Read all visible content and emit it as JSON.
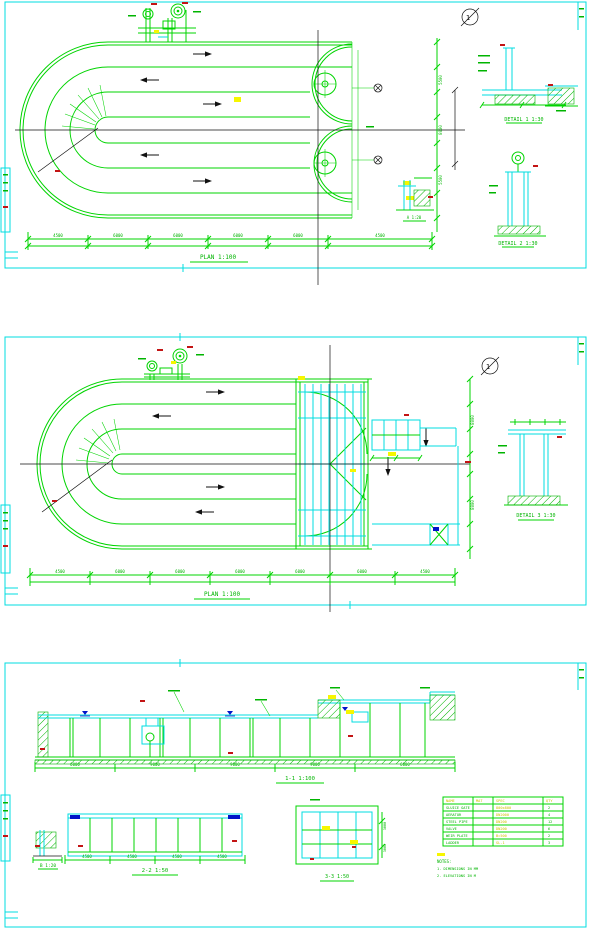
{
  "palette": {
    "green": "#00d400",
    "cyan": "#00dde0",
    "yellow": "#f6f600",
    "red": "#c31414",
    "blue": "#0014c8",
    "black": "#111111",
    "background": "#ffffff"
  },
  "sheet1": {
    "marker": "1",
    "title": "PLAN  1:100",
    "weir_label": "A  1:20",
    "detail1_title": "DETAIL 1  1:30",
    "detail2_title": "DETAIL 2  1:30",
    "dims": [
      "4500",
      "6000",
      "6000",
      "6000",
      "6000",
      "4500"
    ],
    "vdims": [
      "5500",
      "8000",
      "5500"
    ]
  },
  "sheet2": {
    "marker": "1",
    "title": "PLAN  1:100",
    "detail_title": "DETAIL 3  1:30",
    "dims": [
      "4500",
      "6000",
      "6000",
      "6000",
      "6000",
      "6000",
      "4500"
    ],
    "vdims": [
      "8000",
      "8000"
    ]
  },
  "sheet3": {
    "section1_title": "1-1  1:100",
    "section2_title": "2-2  1:50",
    "detail_title": "B  1:20",
    "plan_title": "3-3  1:50",
    "sec1_dims": [
      "6000",
      "9000",
      "9000",
      "9000",
      "6000"
    ],
    "sec2_dims": [
      "4500",
      "4500",
      "4500",
      "4500"
    ],
    "plan_dims": [
      "3000",
      "3000"
    ],
    "table": {
      "headers": [
        "NAME",
        "MAT",
        "SPEC",
        "QTY"
      ],
      "rows": [
        {
          "a": "SLUICE GATE",
          "b": "800x800",
          "c": "2"
        },
        {
          "a": "AERATOR",
          "b": "DN2000",
          "c": "4"
        },
        {
          "a": "STEEL PIPE",
          "b": "DN200",
          "c": "12"
        },
        {
          "a": "VALVE",
          "b": "DN200",
          "c": "6"
        },
        {
          "a": "WEIR PLATE",
          "b": "B=500",
          "c": "2"
        },
        {
          "a": "LADDER",
          "b": "SL-1",
          "c": "3"
        }
      ]
    },
    "notes": [
      "NOTES:",
      "1. DIMENSIONS IN MM",
      "2. ELEVATIONS IN M"
    ]
  }
}
